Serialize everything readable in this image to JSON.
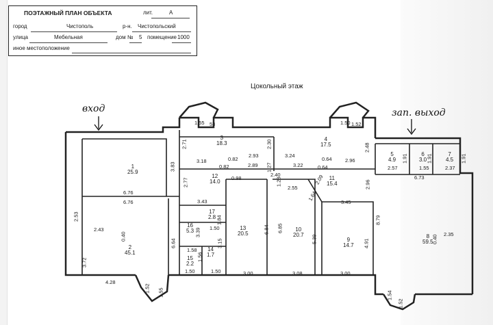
{
  "header": {
    "title": "ПОЭТАЖНЫЙ ПЛАН ОБЪЕКТА",
    "lit_label": "лит.",
    "lit_value": "А",
    "city_label": "город",
    "city_value": "Чистополь",
    "district_label": "р-н.",
    "district_value": "Чистопольский",
    "street_label": "улица",
    "street_value": "Мебельная",
    "house_label": "дом №",
    "house_value": "5",
    "premises_label": "помещение",
    "premises_value": "1000",
    "other_location_label": "иное местоположение"
  },
  "plan": {
    "floor_title": "Цокольный этаж",
    "entrance_note": "вход",
    "exit_note": "зап. выход"
  },
  "rooms": [
    {
      "id": "1",
      "area": "25.9"
    },
    {
      "id": "2",
      "area": "45.1"
    },
    {
      "id": "3",
      "area": "18.3"
    },
    {
      "id": "4",
      "area": "17.5"
    },
    {
      "id": "5",
      "area": "4.9"
    },
    {
      "id": "6",
      "area": "3.0"
    },
    {
      "id": "7",
      "area": "4.5"
    },
    {
      "id": "8",
      "area": "59.5"
    },
    {
      "id": "9",
      "area": "14.7"
    },
    {
      "id": "10",
      "area": "20.7"
    },
    {
      "id": "11",
      "area": "15.4"
    },
    {
      "id": "12",
      "area": "14.0"
    },
    {
      "id": "13",
      "area": "20.5"
    },
    {
      "id": "14",
      "area": "1.7"
    },
    {
      "id": "15",
      "area": "2.2"
    },
    {
      "id": "16",
      "area": "5.3"
    },
    {
      "id": "17",
      "area": "2.8"
    }
  ],
  "dimensions": {
    "d_1_55_a": "1.55",
    "d_53": "53",
    "d_2_71": "2.71",
    "d_2_30": "2.30",
    "d_1_50_a": "1.50",
    "d_1_52_a": "1.52",
    "d_2_48": "2.48",
    "d_3_18": "3.18",
    "d_0_82_a": "0.82",
    "d_2_93": "2.93",
    "d_3_24": "3.24",
    "d_0_64_a": "0.64",
    "d_2_96_a": "2.96",
    "d_1_91_a": "1.91",
    "d_1_91_b": "1.91",
    "d_1_91_c": "1.91",
    "d_3_83": "3.83",
    "d_0_82_b": "0.82",
    "d_2_89": "2.89",
    "d_1_27": "1.27",
    "d_3_22": "3.22",
    "d_0_64_b": "0.64",
    "d_2_57": "2.57",
    "d_1_55_b": "1.55",
    "d_2_37": "2.37",
    "d_2_40": "2.40",
    "d_2_77": "2.77",
    "d_0_98": "0.98",
    "d_1_28": "1.28",
    "d_2_55": "2.55",
    "d_2_09": "2.09",
    "d_2_96_b": "2.96",
    "d_6_73": "6.73",
    "d_6_76_a": "6.76",
    "d_6_76_b": "6.76",
    "d_1_64": "1.64",
    "d_3_43": "3.43",
    "d_3_45": "3.45",
    "d_2_53": "2.53",
    "d_1_84": "1.84",
    "d_8_79": "8.79",
    "d_2_43": "2.43",
    "d_0_40_a": "0.40",
    "d_3_39": "3.39",
    "d_1_50_b": "1.50",
    "d_3_15": "3.15",
    "d_6_84": "6.84",
    "d_6_85": "6.85",
    "d_5_39": "5.39",
    "d_2_35": "2.35",
    "d_6_64": "6.64",
    "d_0_40_b": "0.40",
    "d_4_91": "4.91",
    "d_3_72": "3.72",
    "d_1_58": "1.58",
    "d_1_56": "1.56",
    "d_1_50_c": "1.50",
    "d_3_00_a": "3.00",
    "d_3_08": "3.08",
    "d_3_00_b": "3.00",
    "d_4_28": "4.28",
    "d_1_52_b": "1.52",
    "d_1_55_c": "1.55",
    "d_1_54": "1.54",
    "d_1_52_c": "1.52",
    "d_1_50_d": "1.50"
  }
}
